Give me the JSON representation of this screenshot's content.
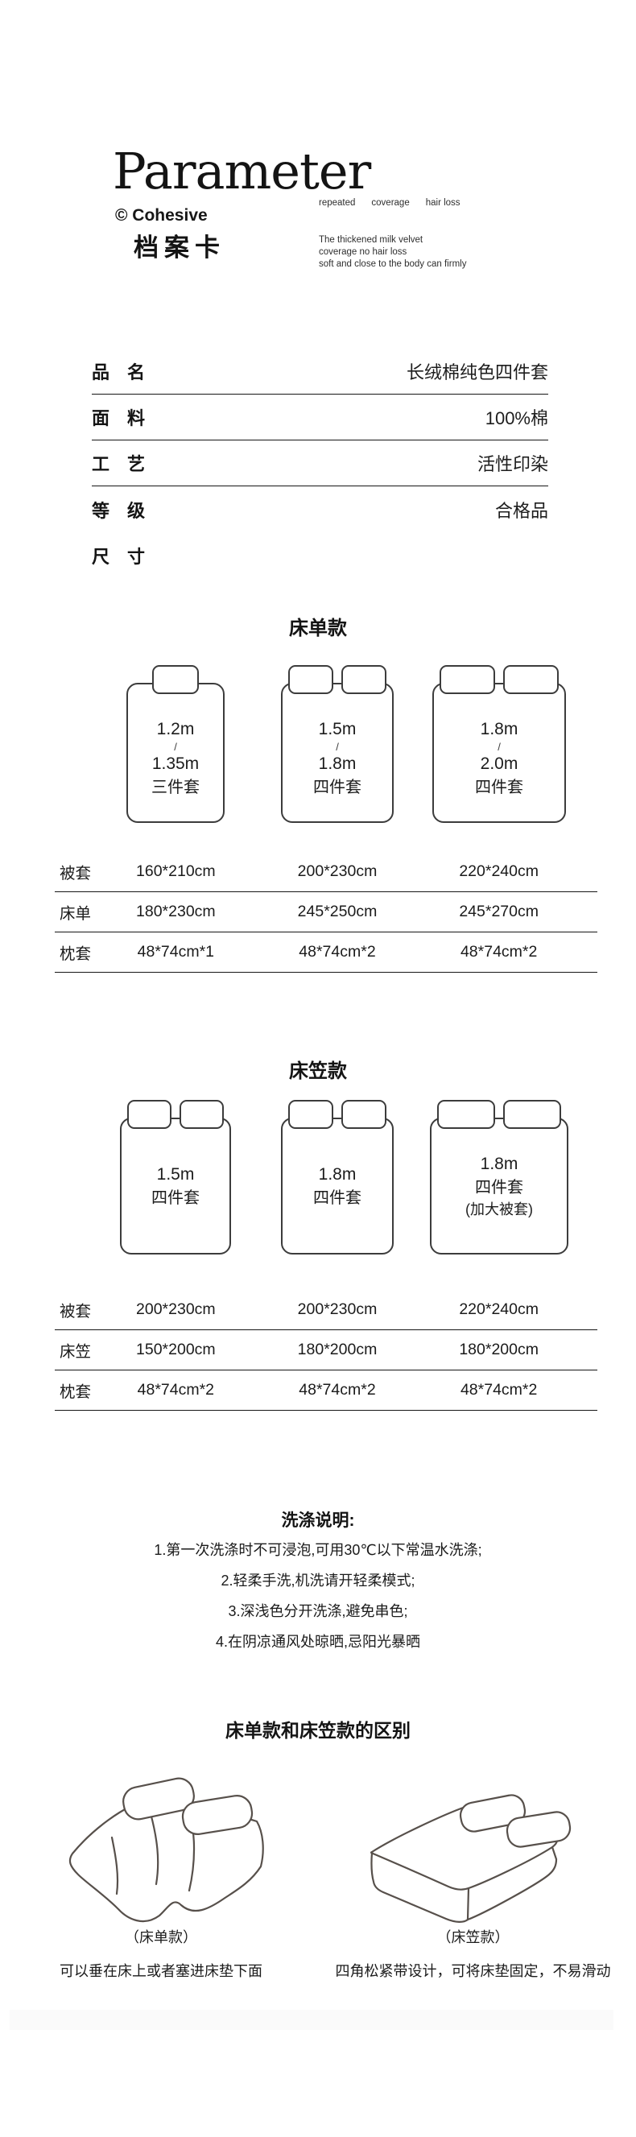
{
  "colors": {
    "text": "#1a1a1a",
    "table_line": "#161616",
    "illustration_stroke": "#57504b",
    "footer_band": "#fafafa"
  },
  "header": {
    "title": "Parameter",
    "brand": "© Cohesive",
    "subtitle_cn": "档案卡",
    "keywords": [
      "repeated",
      "coverage",
      "hair loss"
    ],
    "description_lines": [
      "The thickened milk velvet",
      "coverage no hair loss",
      "soft and close to the body can firmly"
    ]
  },
  "spec_table": {
    "rows": [
      {
        "label": "品　名",
        "value": "长绒棉纯色四件套"
      },
      {
        "label": "面　料",
        "value": "100%棉"
      },
      {
        "label": "工　艺",
        "value": "活性印染"
      },
      {
        "label": "等　级",
        "value": "合格品"
      },
      {
        "label": "尺　寸",
        "value": ""
      }
    ]
  },
  "sheet_section": {
    "title": "床单款",
    "beds": [
      {
        "pillows": 1,
        "lines": [
          "1.2m",
          "/",
          "1.35m",
          "三件套"
        ]
      },
      {
        "pillows": 2,
        "lines": [
          "1.5m",
          "/",
          "1.8m",
          "四件套"
        ]
      },
      {
        "pillows": 2,
        "lines": [
          "1.8m",
          "/",
          "2.0m",
          "四件套"
        ]
      }
    ],
    "size_table": {
      "rows": [
        {
          "label": "被套",
          "values": [
            "160*210cm",
            "200*230cm",
            "220*240cm"
          ]
        },
        {
          "label": "床单",
          "values": [
            "180*230cm",
            "245*250cm",
            "245*270cm"
          ]
        },
        {
          "label": "枕套",
          "values": [
            "48*74cm*1",
            "48*74cm*2",
            "48*74cm*2"
          ]
        }
      ]
    }
  },
  "fitted_section": {
    "title": "床笠款",
    "beds": [
      {
        "pillows": 2,
        "lines": [
          "1.5m",
          "四件套"
        ]
      },
      {
        "pillows": 2,
        "lines": [
          "1.8m",
          "四件套"
        ]
      },
      {
        "pillows": 2,
        "lines": [
          "1.8m",
          "四件套",
          "(加大被套)"
        ]
      }
    ],
    "size_table": {
      "rows": [
        {
          "label": "被套",
          "values": [
            "200*230cm",
            "200*230cm",
            "220*240cm"
          ]
        },
        {
          "label": "床笠",
          "values": [
            "150*200cm",
            "180*200cm",
            "180*200cm"
          ]
        },
        {
          "label": "枕套",
          "values": [
            "48*74cm*2",
            "48*74cm*2",
            "48*74cm*2"
          ]
        }
      ]
    }
  },
  "washing": {
    "title": "洗涤说明:",
    "instructions": [
      "1.第一次洗涤时不可浸泡,可用30℃以下常温水洗涤;",
      "2.轻柔手洗,机洗请开轻柔模式;",
      "3.深浅色分开洗涤,避免串色;",
      "4.在阴凉通风处晾晒,忌阳光暴晒"
    ]
  },
  "difference": {
    "title": "床单款和床笠款的区别",
    "items": [
      {
        "name": "（床单款）",
        "caption": "可以垂在床上或者塞进床垫下面"
      },
      {
        "name": "（床笠款）",
        "caption": "四角松紧带设计，可将床垫固定，不易滑动"
      }
    ]
  }
}
